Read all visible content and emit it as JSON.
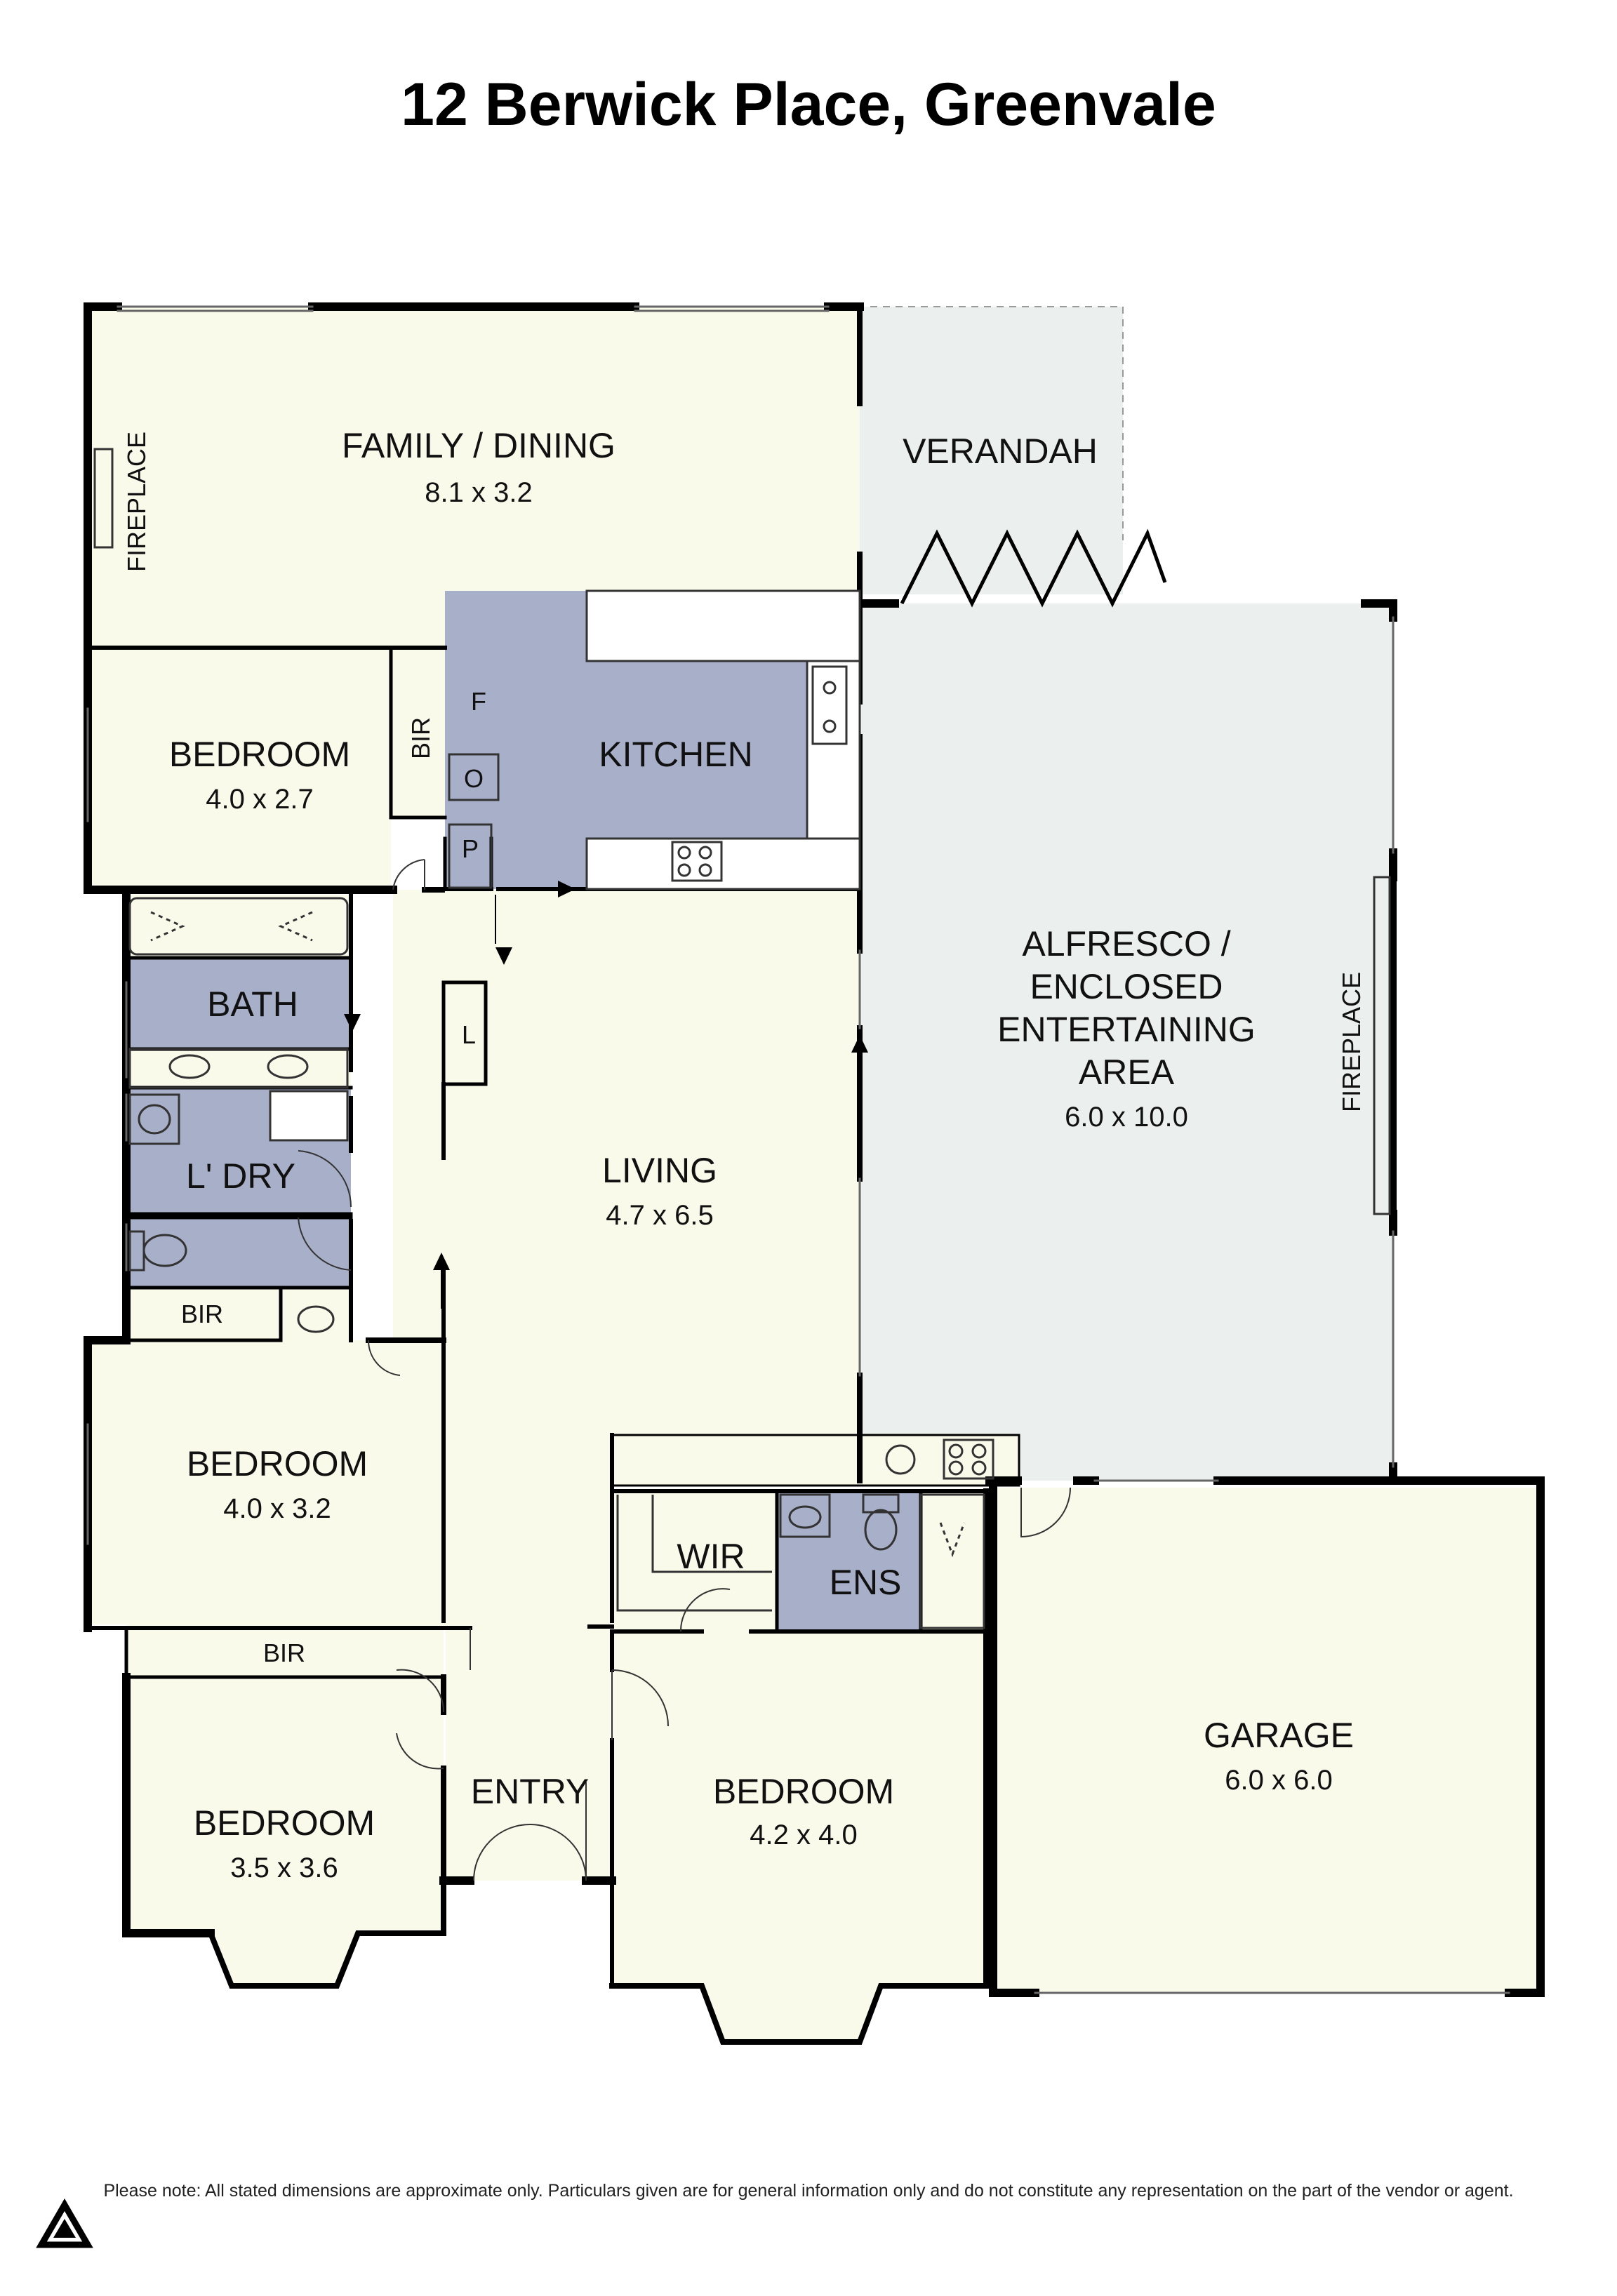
{
  "title": "12 Berwick Place, Greenvale",
  "colors": {
    "room_fill": "#fafaeb",
    "wet_fill": "#a8afc8",
    "outdoor_fill": "#ebefed",
    "wall": "#000000"
  },
  "rooms": {
    "family_dining": {
      "name": "FAMILY / DINING",
      "dims": "8.1 x 3.2"
    },
    "verandah": {
      "name": "VERANDAH"
    },
    "fireplace_left": {
      "name": "FIREPLACE"
    },
    "bedroom_1": {
      "name": "BEDROOM",
      "dims": "4.0 x 2.7"
    },
    "bir_1": {
      "name": "BIR"
    },
    "kitchen": {
      "name": "KITCHEN",
      "fridge": "F",
      "oven": "O",
      "pantry": "P"
    },
    "alfresco": {
      "line1": "ALFRESCO /",
      "line2": "ENCLOSED",
      "line3": "ENTERTAINING",
      "line4": "AREA",
      "dims": "6.0 x 10.0"
    },
    "fireplace_right": {
      "name": "FIREPLACE"
    },
    "bath": {
      "name": "BATH"
    },
    "linen": {
      "name": "L"
    },
    "laundry": {
      "name": "L' DRY"
    },
    "living": {
      "name": "LIVING",
      "dims": "4.7 x 6.5"
    },
    "bir_2": {
      "name": "BIR"
    },
    "bedroom_2": {
      "name": "BEDROOM",
      "dims": "4.0 x 3.2"
    },
    "wir": {
      "name": "WIR"
    },
    "ens": {
      "name": "ENS"
    },
    "bir_3": {
      "name": "BIR"
    },
    "garage": {
      "name": "GARAGE",
      "dims": "6.0 x 6.0"
    },
    "entry": {
      "name": "ENTRY"
    },
    "bedroom_3": {
      "name": "BEDROOM",
      "dims": "3.5 x 3.6"
    },
    "bedroom_4": {
      "name": "BEDROOM",
      "dims": "4.2 x 4.0"
    }
  },
  "disclaimer": "Please note: All stated dimensions are approximate only. Particulars given are for general information only and do not constitute any representation on the part of the vendor or agent."
}
